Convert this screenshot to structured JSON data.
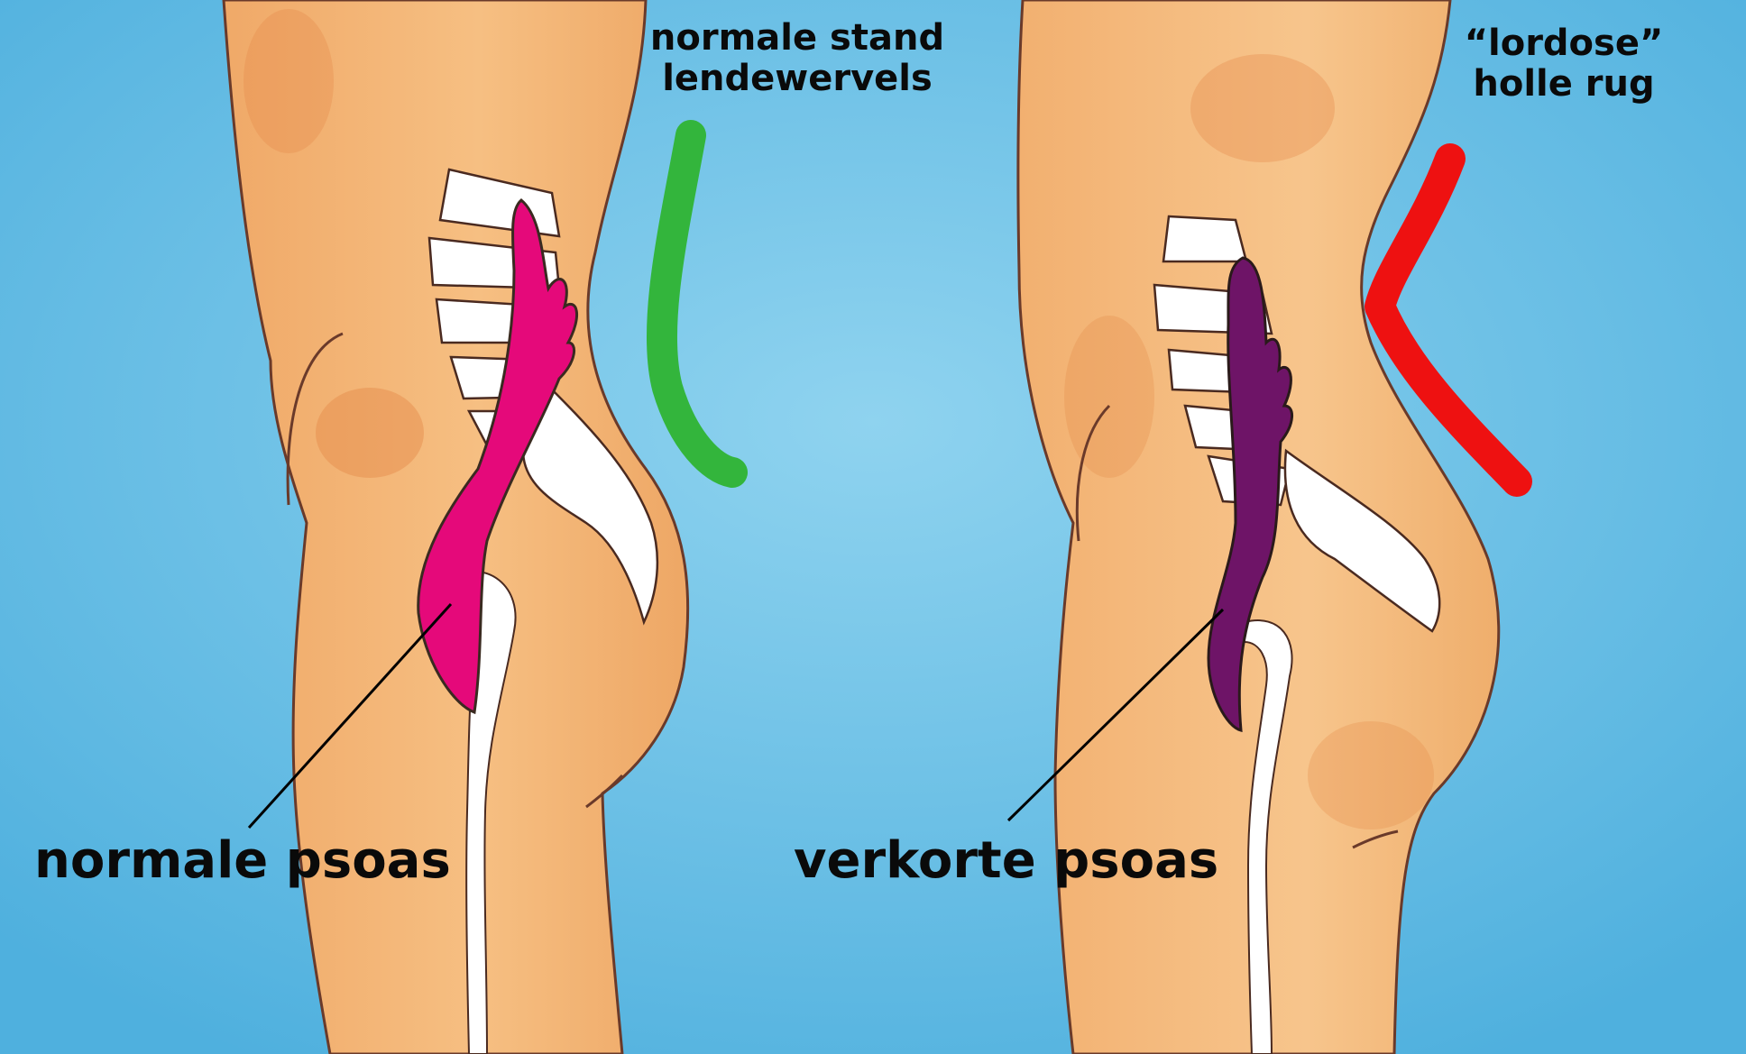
{
  "panels": [
    {
      "id": "left",
      "spine_label": [
        "normale stand",
        "lendewervels"
      ],
      "muscle_label": "normale psoas",
      "curve_color": "#33b53c",
      "muscle_color": "#e5097a"
    },
    {
      "id": "right",
      "spine_label": [
        "“lordose”",
        "holle rug"
      ],
      "muscle_label": "verkorte psoas",
      "curve_color": "#ee1111",
      "muscle_color": "#6e1467"
    }
  ],
  "colors": {
    "background": "#6ec3e6",
    "skin": "#f3b575",
    "skin_shadow": "#e8984f",
    "outline": "#6a3a2a",
    "bone": "#ffffff"
  }
}
